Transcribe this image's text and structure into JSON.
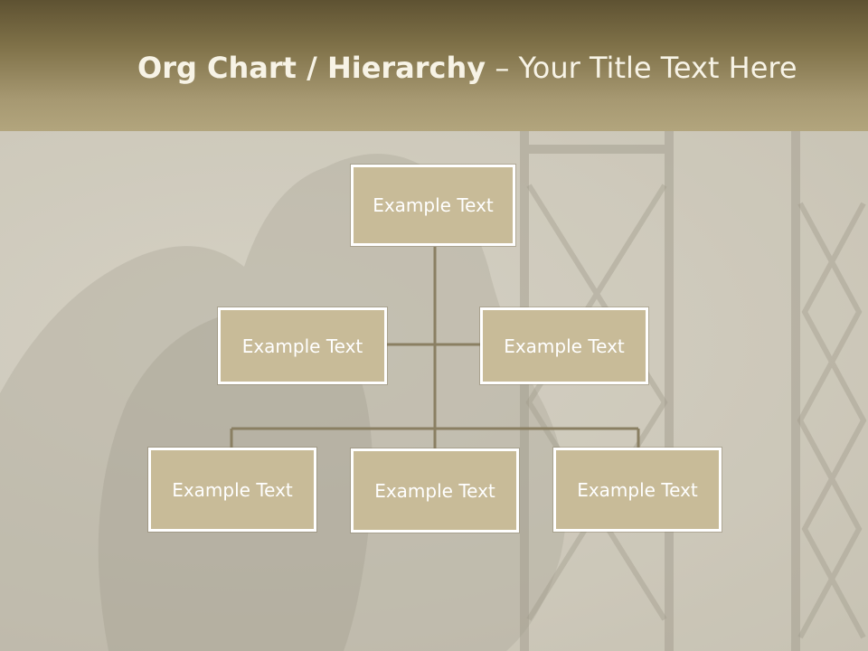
{
  "slide": {
    "title_bold": "Org Chart / Hierarchy",
    "title_dash": " – ",
    "title_rest": "Your Title Text Here"
  },
  "org_chart": {
    "top": {
      "label": "Example Text"
    },
    "level2": [
      {
        "label": "Example Text"
      },
      {
        "label": "Example Text"
      }
    ],
    "level3": [
      {
        "label": "Example Text"
      },
      {
        "label": "Example Text"
      },
      {
        "label": "Example Text"
      }
    ]
  },
  "colors": {
    "header_top": "#5e5232",
    "header_bottom": "#b2a57d",
    "box_fill": "#c8bb98",
    "box_border": "#ffffff",
    "connector": "#8a7f62",
    "title_text": "#f7f3e6"
  },
  "background": {
    "description_icon": "sepia-photo-background"
  }
}
